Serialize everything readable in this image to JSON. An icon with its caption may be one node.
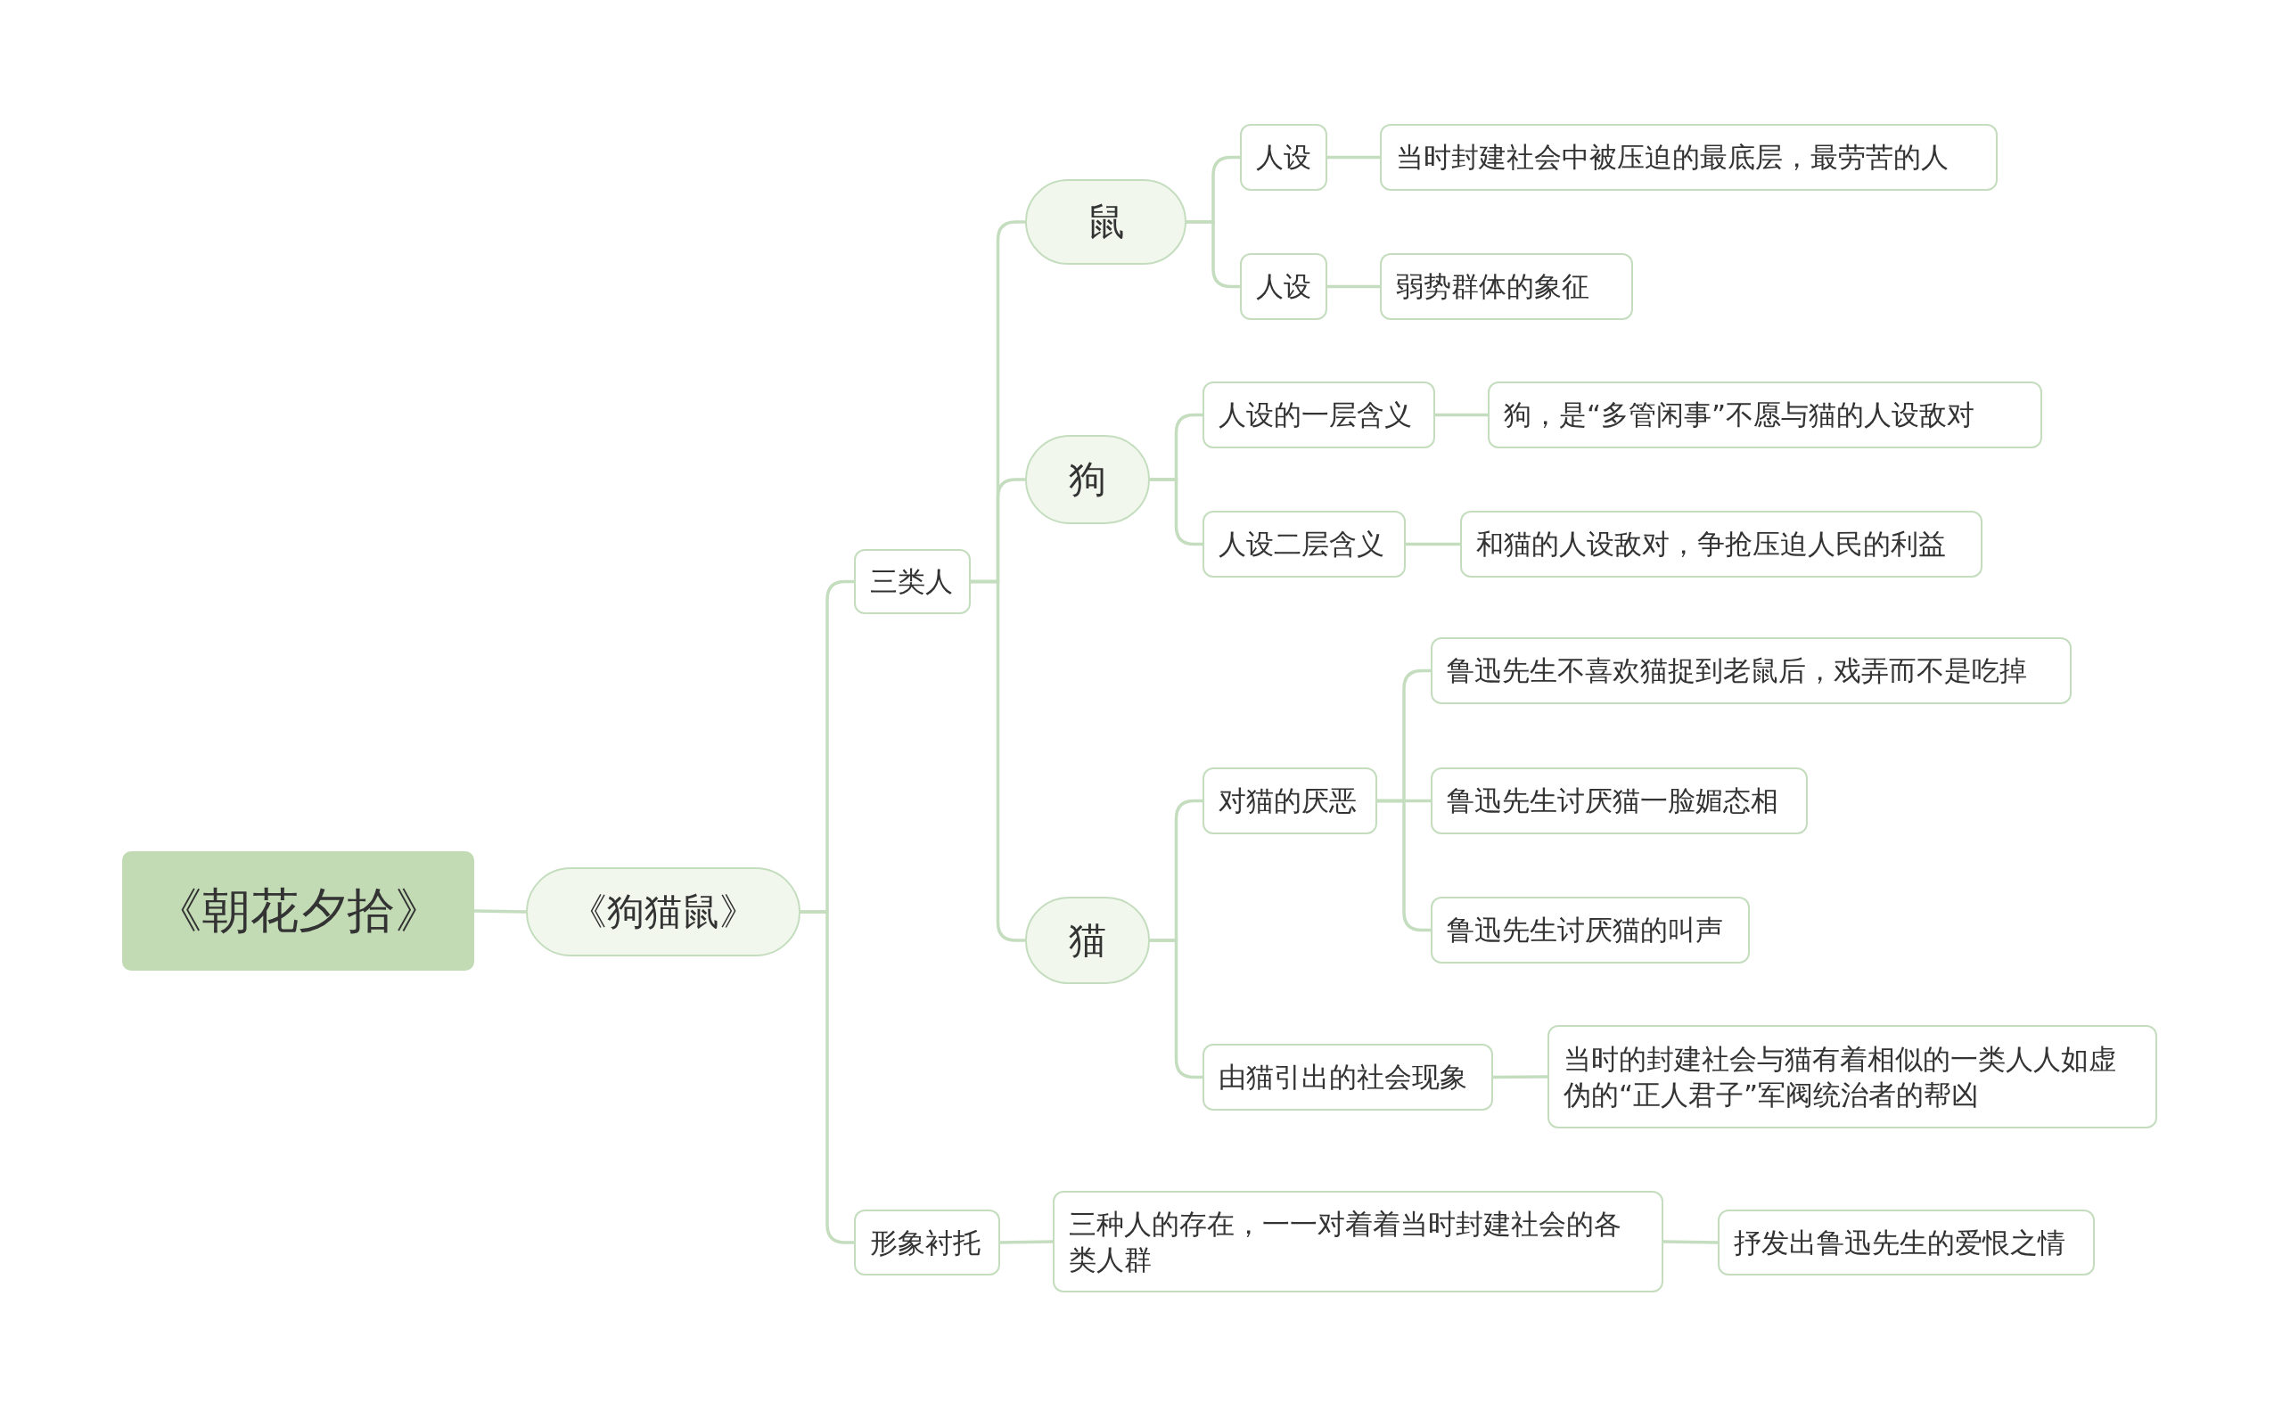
{
  "diagram": {
    "nodes": [
      {
        "text": [
          "《朝花夕拾》"
        ]
      },
      {
        "text": [
          "《狗猫鼠》"
        ]
      },
      {
        "text": [
          "三类人"
        ]
      },
      {
        "text": [
          "鼠"
        ]
      },
      {
        "text": [
          "人设"
        ]
      },
      {
        "text": [
          "当时封建社会中被压迫的最底层，最劳苦的人"
        ]
      },
      {
        "text": [
          "人设"
        ]
      },
      {
        "text": [
          "弱势群体的象征"
        ]
      },
      {
        "text": [
          "狗"
        ]
      },
      {
        "text": [
          "人设的一层含义"
        ]
      },
      {
        "text": [
          "狗，是“多管闲事”不愿与猫的人设敌对"
        ]
      },
      {
        "text": [
          "人设二层含义"
        ]
      },
      {
        "text": [
          "和猫的人设敌对，争抢压迫人民的利益"
        ]
      },
      {
        "text": [
          "猫"
        ]
      },
      {
        "text": [
          "对猫的厌恶"
        ]
      },
      {
        "text": [
          "鲁迅先生不喜欢猫捉到老鼠后，戏弄而不是吃掉"
        ]
      },
      {
        "text": [
          "鲁迅先生讨厌猫一脸媚态相"
        ]
      },
      {
        "text": [
          "鲁迅先生讨厌猫的叫声"
        ]
      },
      {
        "text": [
          "由猫引出的社会现象"
        ]
      },
      {
        "text": [
          "当时的封建社会与猫有着相似的一类人人如虚伪的“正人君子”军阀统治者的帮凶"
        ]
      },
      {
        "text": [
          "形象衬托"
        ]
      },
      {
        "text": [
          "三种人的存在，一一对着着当时封建社会的各类人群"
        ]
      },
      {
        "text": [
          "抒发出鲁迅先生的爱恨之情"
        ]
      }
    ],
    "edges": [
      {
        "from": 0,
        "to": 1,
        "arrow": "none"
      },
      {
        "from": 1,
        "to": 2,
        "arrow": "none"
      },
      {
        "from": 1,
        "to": 20,
        "arrow": "none"
      },
      {
        "from": 2,
        "to": 3,
        "arrow": "none"
      },
      {
        "from": 2,
        "to": 8,
        "arrow": "none"
      },
      {
        "from": 2,
        "to": 13,
        "arrow": "none"
      },
      {
        "from": 3,
        "to": 4,
        "arrow": "none"
      },
      {
        "from": 3,
        "to": 6,
        "arrow": "none"
      },
      {
        "from": 4,
        "to": 5,
        "arrow": "none"
      },
      {
        "from": 6,
        "to": 7,
        "arrow": "none"
      },
      {
        "from": 8,
        "to": 9,
        "arrow": "none"
      },
      {
        "from": 8,
        "to": 11,
        "arrow": "none"
      },
      {
        "from": 9,
        "to": 10,
        "arrow": "none"
      },
      {
        "from": 11,
        "to": 12,
        "arrow": "none"
      },
      {
        "from": 13,
        "to": 14,
        "arrow": "none"
      },
      {
        "from": 13,
        "to": 18,
        "arrow": "none"
      },
      {
        "from": 14,
        "to": 15,
        "arrow": "none"
      },
      {
        "from": 14,
        "to": 16,
        "arrow": "none"
      },
      {
        "from": 14,
        "to": 17,
        "arrow": "none"
      },
      {
        "from": 18,
        "to": 19,
        "arrow": "none"
      },
      {
        "from": 20,
        "to": 21,
        "arrow": "none"
      },
      {
        "from": 21,
        "to": 22,
        "arrow": "none"
      }
    ]
  }
}
